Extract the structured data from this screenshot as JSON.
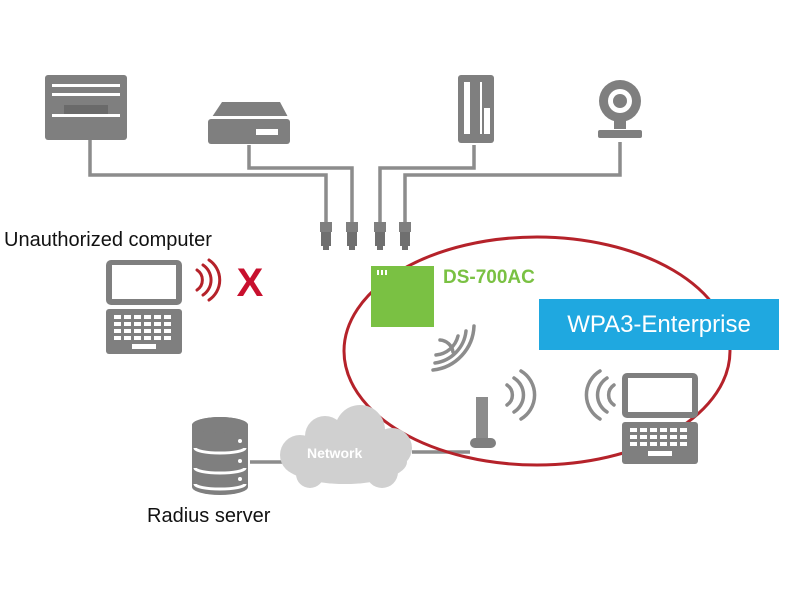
{
  "labels": {
    "unauthorized_computer": "Unauthorized computer",
    "radius_server": "Radius server",
    "device_model": "DS-700AC",
    "network": "Network",
    "security_mode": "WPA3-Enterprise"
  },
  "blocked_mark": "X",
  "colors": {
    "device_gray": "#7f7f7f",
    "cable_gray": "#8c8c8c",
    "access_point_green": "#7ac143",
    "badge_blue": "#1fa8e0",
    "ellipse_red": "#b5222a",
    "blocked_red": "#c8102e",
    "cloud_gray": "#d0d0d0"
  },
  "icons": [
    "printer-icon",
    "media-player-icon",
    "power-meter-icon",
    "webcam-icon",
    "laptop-icon",
    "server-icon",
    "cloud-icon",
    "wifi-signal-icon",
    "antenna-icon"
  ]
}
